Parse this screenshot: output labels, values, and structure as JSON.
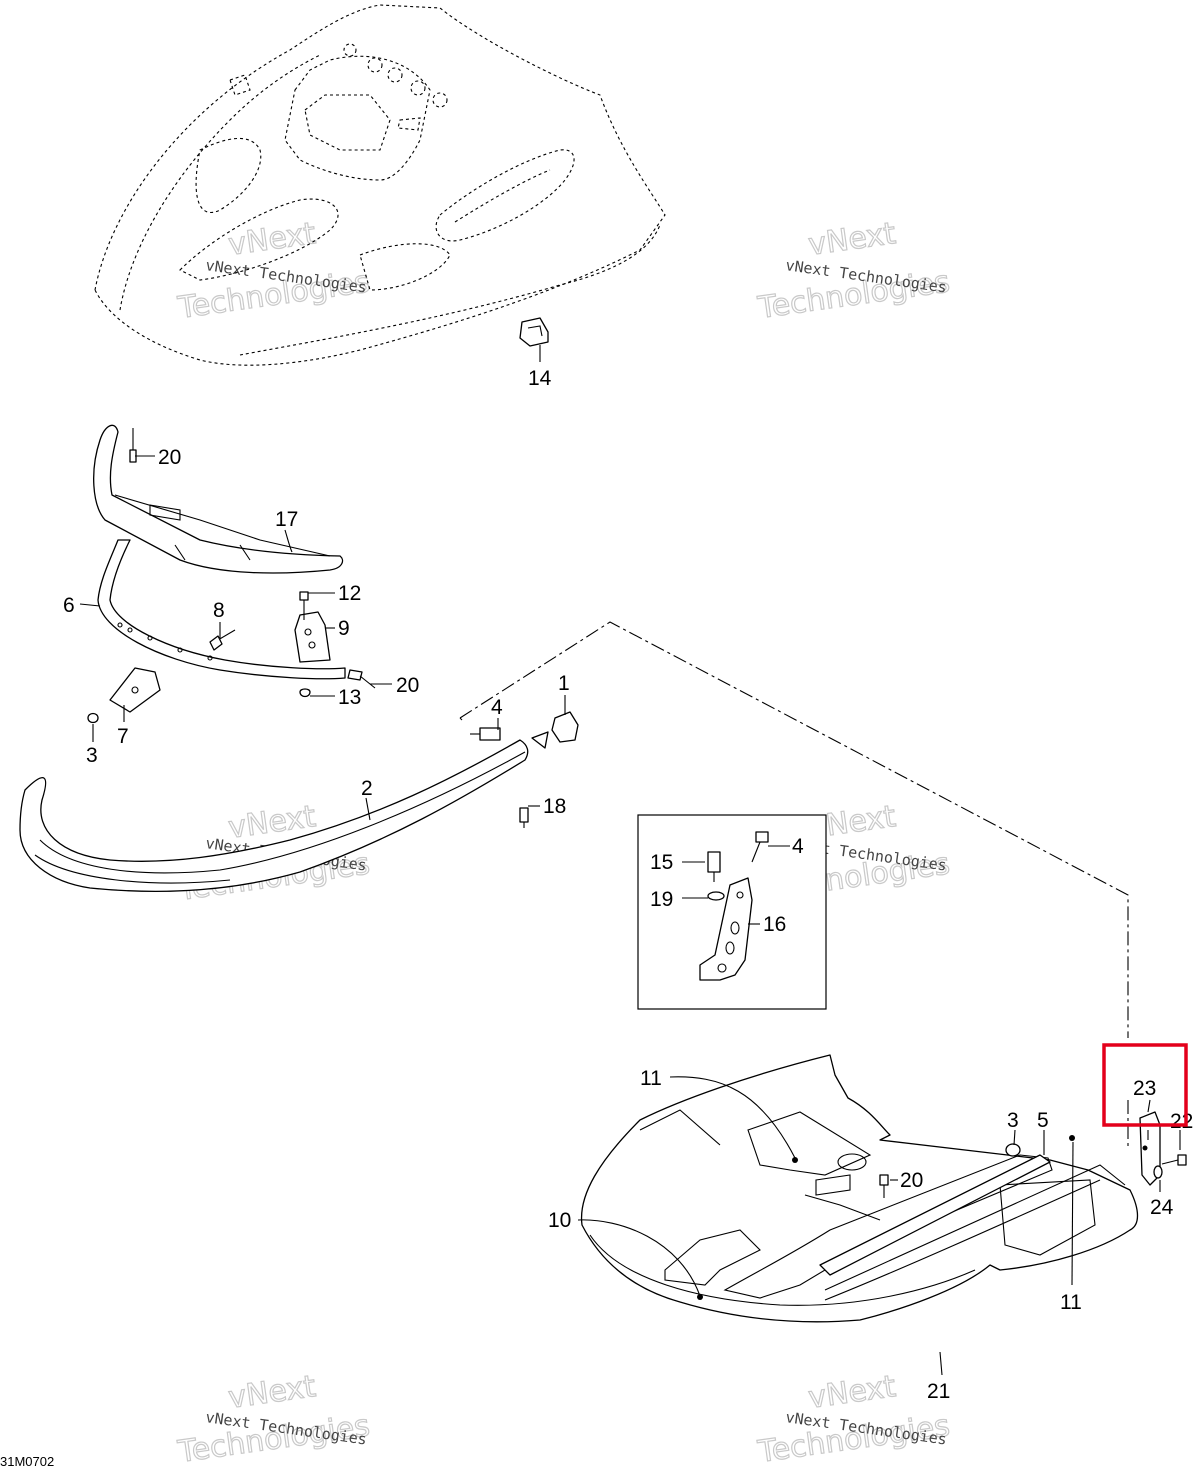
{
  "figure_code": "31M0702",
  "watermark": {
    "line1": "vNext Technologies",
    "outline": "vNext",
    "outline2": "Technologies"
  },
  "callouts": {
    "c1": "1",
    "c2": "2",
    "c3a": "3",
    "c3b": "3",
    "c4a": "4",
    "c4b": "4",
    "c5": "5",
    "c6": "6",
    "c7": "7",
    "c8": "8",
    "c9": "9",
    "c10": "10",
    "c11a": "11",
    "c11b": "11",
    "c12": "12",
    "c13": "13",
    "c14": "14",
    "c15": "15",
    "c16": "16",
    "c17": "17",
    "c18": "18",
    "c19": "19",
    "c20a": "20",
    "c20b": "20",
    "c20c": "20",
    "c21": "21",
    "c22": "22",
    "c23": "23",
    "c24": "24"
  },
  "highlight": {
    "label": "23",
    "color": "#e3001b"
  }
}
